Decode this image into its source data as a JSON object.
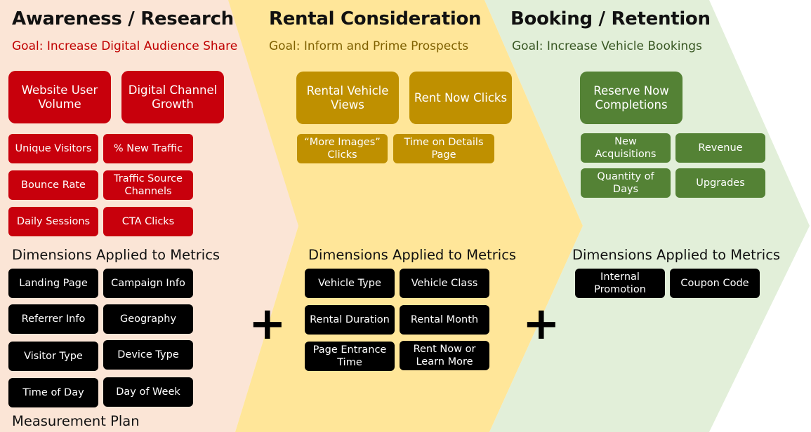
{
  "colors": {
    "awareness_bg": "#fbe5d6",
    "consideration_bg": "#ffe699",
    "booking_bg": "#e2efd9",
    "red": "#c8000c",
    "gold": "#bf9000",
    "green": "#548235",
    "dark_text": "#000000"
  },
  "awareness": {
    "title": "Awareness / Research",
    "goal": "Goal: Increase Digital Audience Share",
    "primary": [
      "Website User Volume",
      "Digital Channel Growth"
    ],
    "secondary": [
      "Unique Visitors",
      "% New Traffic",
      "Bounce Rate",
      "Traffic Source Channels",
      "Daily Sessions",
      "CTA Clicks"
    ],
    "dimensions_heading": "Dimensions Applied to Metrics",
    "dimensions": [
      "Landing Page",
      "Campaign Info",
      "Referrer Info",
      "Geography",
      "Visitor Type",
      "Device Type",
      "Time of Day",
      "Day of Week"
    ]
  },
  "consideration": {
    "title": "Rental Consideration",
    "goal": "Goal: Inform and Prime Prospects",
    "primary": [
      "Rental Vehicle Views",
      "Rent Now Clicks"
    ],
    "secondary": [
      "“More Images” Clicks",
      "Time on Details Page"
    ],
    "dimensions_heading": "Dimensions Applied to Metrics",
    "dimensions": [
      "Vehicle Type",
      "Vehicle Class",
      "Rental Duration",
      "Rental Month",
      "Page Entrance Time",
      "Rent Now or Learn More"
    ]
  },
  "booking": {
    "title": "Booking / Retention",
    "goal": "Goal: Increase Vehicle Bookings",
    "primary": [
      "Reserve Now Completions"
    ],
    "secondary": [
      "New Acquisitions",
      "Revenue",
      "Quantity of Days",
      "Upgrades"
    ],
    "dimensions_heading": "Dimensions Applied to Metrics",
    "dimensions": [
      "Internal Promotion",
      "Coupon Code"
    ]
  },
  "plus_signs": [
    "+",
    "+"
  ],
  "footer_label": "Measurement Plan"
}
